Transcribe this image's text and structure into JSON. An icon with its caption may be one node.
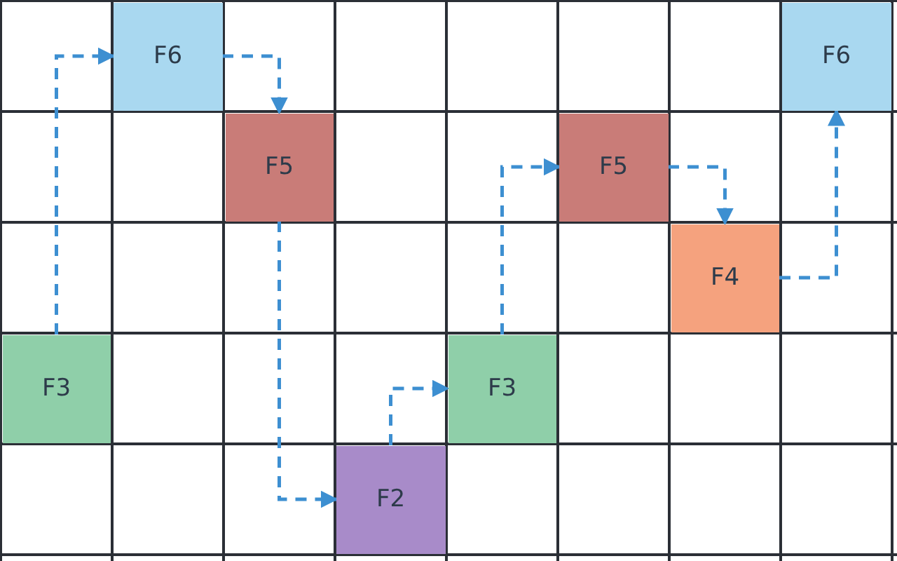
{
  "diagram": {
    "nodes": [
      {
        "text": [
          "F6"
        ]
      },
      {
        "text": [
          "F6"
        ]
      },
      {
        "text": [
          "F5"
        ]
      },
      {
        "text": [
          "F5"
        ]
      },
      {
        "text": [
          "F4"
        ]
      },
      {
        "text": [
          "F3"
        ]
      },
      {
        "text": [
          "F3"
        ]
      },
      {
        "text": [
          "F2"
        ]
      }
    ],
    "edges": [
      {
        "from": 5,
        "to": 0,
        "arrow": "to",
        "style": "dashed"
      },
      {
        "from": 0,
        "to": 2,
        "arrow": "to",
        "style": "dashed"
      },
      {
        "from": 2,
        "to": 7,
        "arrow": "to",
        "style": "dashed"
      },
      {
        "from": 7,
        "to": 6,
        "arrow": "to",
        "style": "dashed"
      },
      {
        "from": 6,
        "to": 3,
        "arrow": "to",
        "style": "dashed"
      },
      {
        "from": 3,
        "to": 4,
        "arrow": "to",
        "style": "dashed"
      },
      {
        "from": 4,
        "to": 1,
        "arrow": "to",
        "style": "dashed"
      }
    ]
  }
}
